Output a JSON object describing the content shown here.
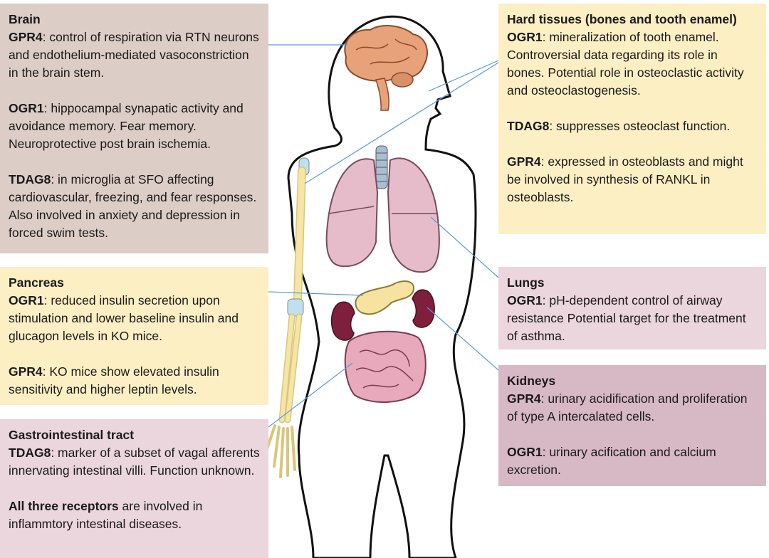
{
  "brain": {
    "title": "Brain",
    "p1": {
      "r": "GPR4",
      "t": ": control of respiration via RTN neurons and endothelium-mediated vasoconstriction in the brain stem."
    },
    "p2": {
      "r": "OGR1",
      "t": ": hippocampal synapatic activity and avoidance memory. Fear memory. Neuroprotective post brain ischemia."
    },
    "p3": {
      "r": "TDAG8",
      "t": ": in microglia at SFO affecting cardiovascular, freezing, and fear responses. Also involved in anxiety and depression in forced swim tests."
    }
  },
  "pancreas": {
    "title": "Pancreas",
    "p1": {
      "r": "OGR1",
      "t": ": reduced insulin secretion upon stimulation and lower baseline insulin and glucagon levels in KO mice."
    },
    "p2": {
      "r": "GPR4",
      "t": ": KO mice show elevated insulin sensitivity and higher leptin levels."
    }
  },
  "gi": {
    "title": "Gastrointestinal tract",
    "p1": {
      "r": "TDAG8",
      "t": ": marker of a subset of vagal afferents innervating intestinal villi. Function unknown."
    },
    "p2": {
      "r": "All three receptors",
      "t": " are involved in inflammtory intestinal diseases."
    }
  },
  "hard": {
    "title": "Hard tissues (bones and tooth enamel)",
    "p1": {
      "r": "OGR1",
      "t": ": mineralization of tooth enamel. Controversial data regarding its role in bones. Potential role in osteoclastic activity and osteoclastogenesis."
    },
    "p2": {
      "r": "TDAG8",
      "t": ": suppresses osteoclast function."
    },
    "p3": {
      "r": "GPR4",
      "t": ": expressed in osteoblasts and might be involved in synthesis of RANKL in osteoblasts."
    }
  },
  "lungs": {
    "title": "Lungs",
    "p1": {
      "r": "OGR1",
      "t": ": pH-dependent control of airway resistance Potential target for the treatment of asthma."
    }
  },
  "kidneys": {
    "title": "Kidneys",
    "p1": {
      "r": "GPR4",
      "t": ": urinary acidification and proliferation of type A intercalated cells."
    },
    "p2": {
      "r": "OGR1",
      "t": ": urinary acification and calcium excretion."
    }
  },
  "colors": {
    "brain_box": "#dccdc6",
    "yellow_box": "#fdefc4",
    "pink_box": "#ead6dc",
    "kidney_box": "#d7b9c5",
    "connector": "#5b9bd5",
    "brain_organ": "#e7a27a",
    "lung_organ": "#e6bccb",
    "kidney_organ": "#7e1f3d",
    "pancreas_organ": "#f6e3a0",
    "intestine_organ": "#e8a9bd",
    "bone": "#f5e6a6"
  }
}
